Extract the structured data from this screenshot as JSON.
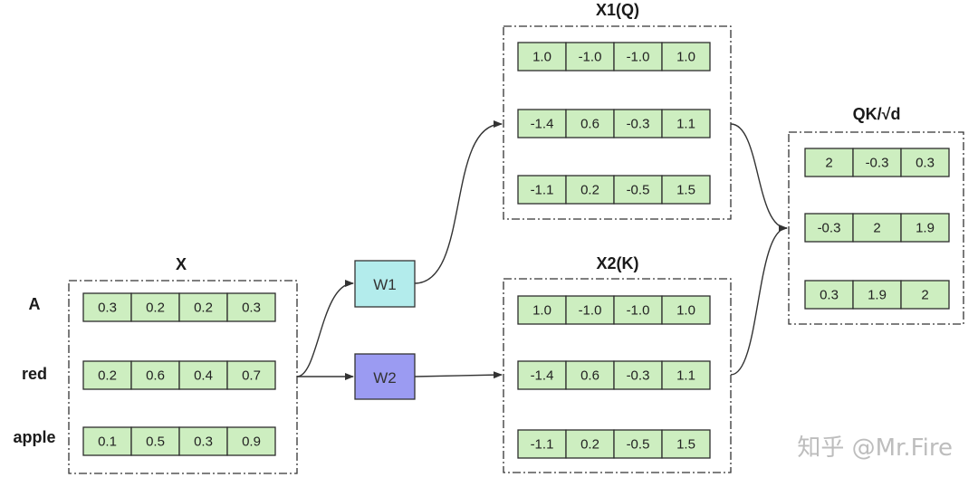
{
  "matrices": {
    "x": {
      "title": "X",
      "row_labels": [
        "A",
        "red",
        "apple"
      ],
      "rows": [
        [
          "0.3",
          "0.2",
          "0.2",
          "0.3"
        ],
        [
          "0.2",
          "0.6",
          "0.4",
          "0.7"
        ],
        [
          "0.1",
          "0.5",
          "0.3",
          "0.9"
        ]
      ]
    },
    "x1": {
      "title": "X1(Q)",
      "rows": [
        [
          "1.0",
          "-1.0",
          "-1.0",
          "1.0"
        ],
        [
          "-1.4",
          "0.6",
          "-0.3",
          "1.1"
        ],
        [
          "-1.1",
          "0.2",
          "-0.5",
          "1.5"
        ]
      ]
    },
    "x2": {
      "title": "X2(K)",
      "rows": [
        [
          "1.0",
          "-1.0",
          "-1.0",
          "1.0"
        ],
        [
          "-1.4",
          "0.6",
          "-0.3",
          "1.1"
        ],
        [
          "-1.1",
          "0.2",
          "-0.5",
          "1.5"
        ]
      ]
    },
    "qk": {
      "title": "QK/√d",
      "rows": [
        [
          "2",
          "-0.3",
          "0.3"
        ],
        [
          "-0.3",
          "2",
          "1.9"
        ],
        [
          "0.3",
          "1.9",
          "2"
        ]
      ]
    }
  },
  "weights": {
    "w1": {
      "label": "W1",
      "color": "#b3ecec"
    },
    "w2": {
      "label": "W2",
      "color": "#9b9bf2"
    }
  },
  "colors": {
    "cell_fill": "#cdeec0",
    "line": "#333333"
  },
  "watermark": "知乎 @Mr.Fire"
}
